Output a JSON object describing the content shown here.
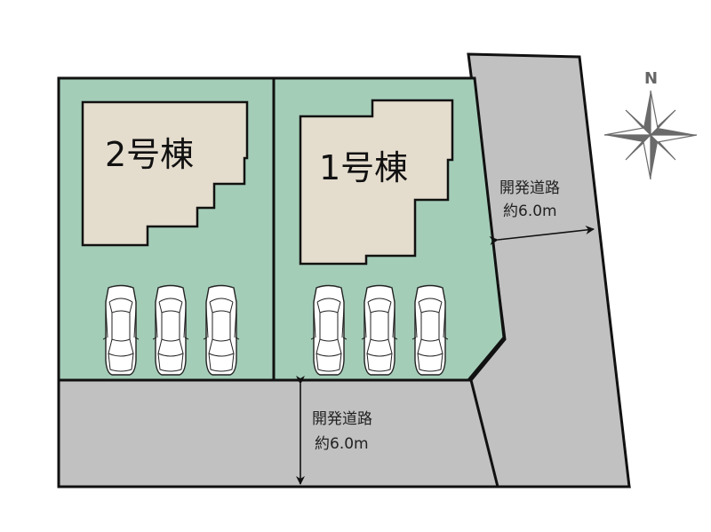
{
  "site_plan": {
    "buildings": [
      {
        "id": "building-2",
        "label": "2号棟",
        "parking_spaces": 3
      },
      {
        "id": "building-1",
        "label": "1号棟",
        "parking_spaces": 3
      }
    ],
    "roads": [
      {
        "id": "east-road",
        "label": "開発道路",
        "width_label": "約6.0m"
      },
      {
        "id": "south-road",
        "label": "開発道路",
        "width_label": "約6.0m"
      }
    ],
    "compass": {
      "north_label": "N"
    },
    "colors": {
      "lot": "#a4cdb8",
      "building": "#e4dccd",
      "road": "#c1c1c1",
      "outline": "#111111",
      "compass": "#6a6a6a"
    }
  }
}
